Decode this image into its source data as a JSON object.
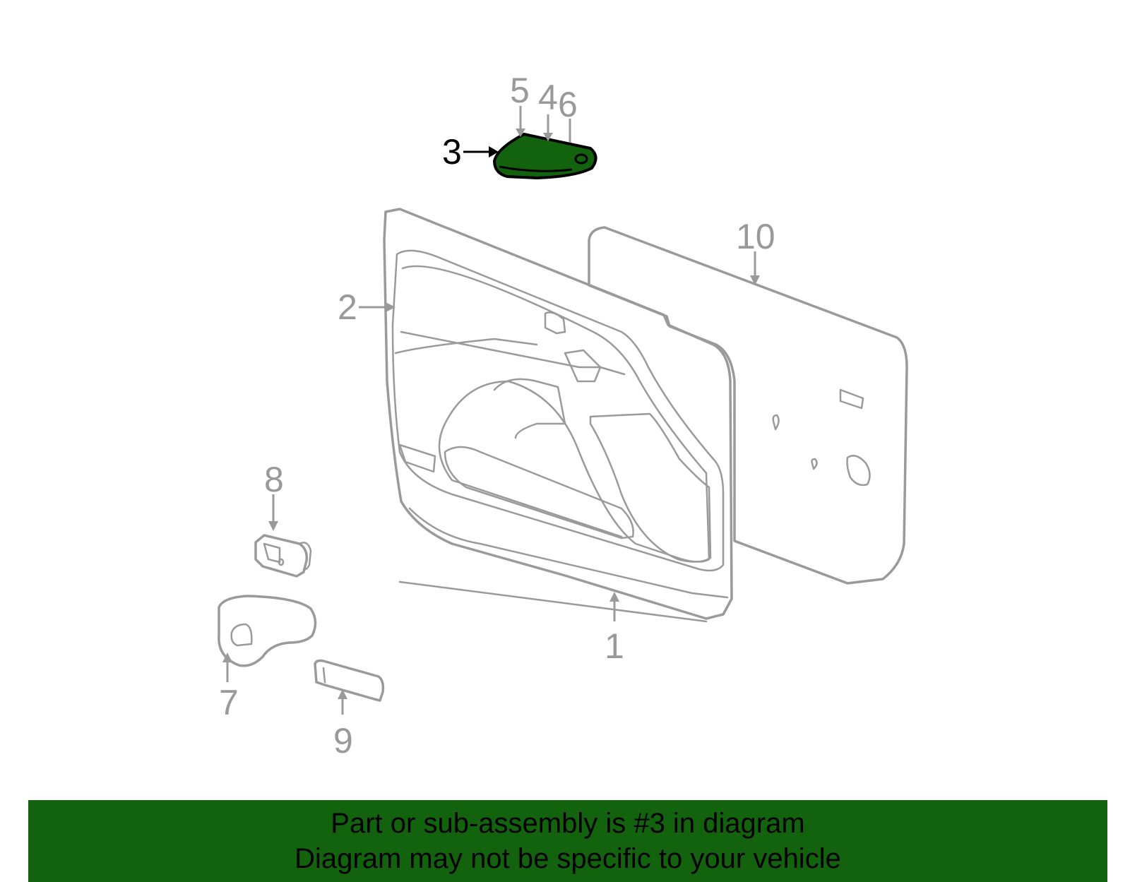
{
  "diagram": {
    "callouts": {
      "c1": "1",
      "c2": "2",
      "c3": "3",
      "c4": "4",
      "c5": "5",
      "c6": "6",
      "c7": "7",
      "c8": "8",
      "c9": "9",
      "c10": "10"
    },
    "highlighted_part": "3"
  },
  "banner": {
    "line1": "Part or sub-assembly is #3 in diagram",
    "line2": "Diagram may not be specific to your vehicle"
  },
  "colors": {
    "highlight_fill": "#13630e",
    "banner_bg": "#13630e",
    "part_stroke": "#9a9a9a",
    "callout_gray": "#999999",
    "callout_highlight": "#000000"
  }
}
